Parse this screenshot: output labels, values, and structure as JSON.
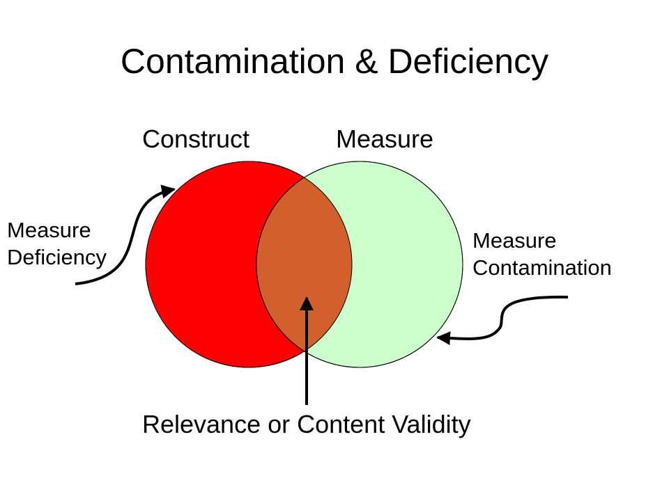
{
  "title": "Contamination & Deficiency",
  "circles": {
    "construct": {
      "label": "Construct",
      "color": "#ff0000"
    },
    "measure": {
      "label": "Measure",
      "color": "#ccffcc"
    },
    "overlap_color": "#d2602c"
  },
  "annotations": {
    "deficiency": {
      "line1": "Measure",
      "line2": "Deficiency"
    },
    "contamination": {
      "line1": "Measure",
      "line2": "Contamination"
    },
    "validity": "Relevance or Content Validity"
  }
}
